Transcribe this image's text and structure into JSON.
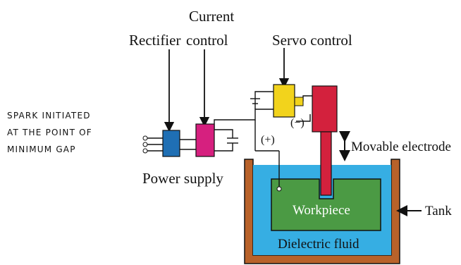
{
  "note": {
    "lines": [
      "SPARK INITIATED",
      "AT THE POINT OF",
      "MINIMUM GAP"
    ]
  },
  "diagram": {
    "labels": {
      "current_line1": "Current",
      "current_line2": "control",
      "rectifier": "Rectifier",
      "servo": "Servo control",
      "power_supply": "Power supply",
      "movable_electrode": "Movable electrode",
      "tank": "Tank",
      "workpiece": "Workpiece",
      "dielectric_fluid": "Dielectric fluid",
      "plus": "(+)",
      "minus": "(−)"
    },
    "colors": {
      "rectifier": "#1f6fb4",
      "current_control": "#d6207f",
      "servo": "#f2d31c",
      "electrode": "#d3213d",
      "fluid": "#36aee3",
      "workpiece": "#4b9a44",
      "tank": "#b8622a"
    }
  }
}
